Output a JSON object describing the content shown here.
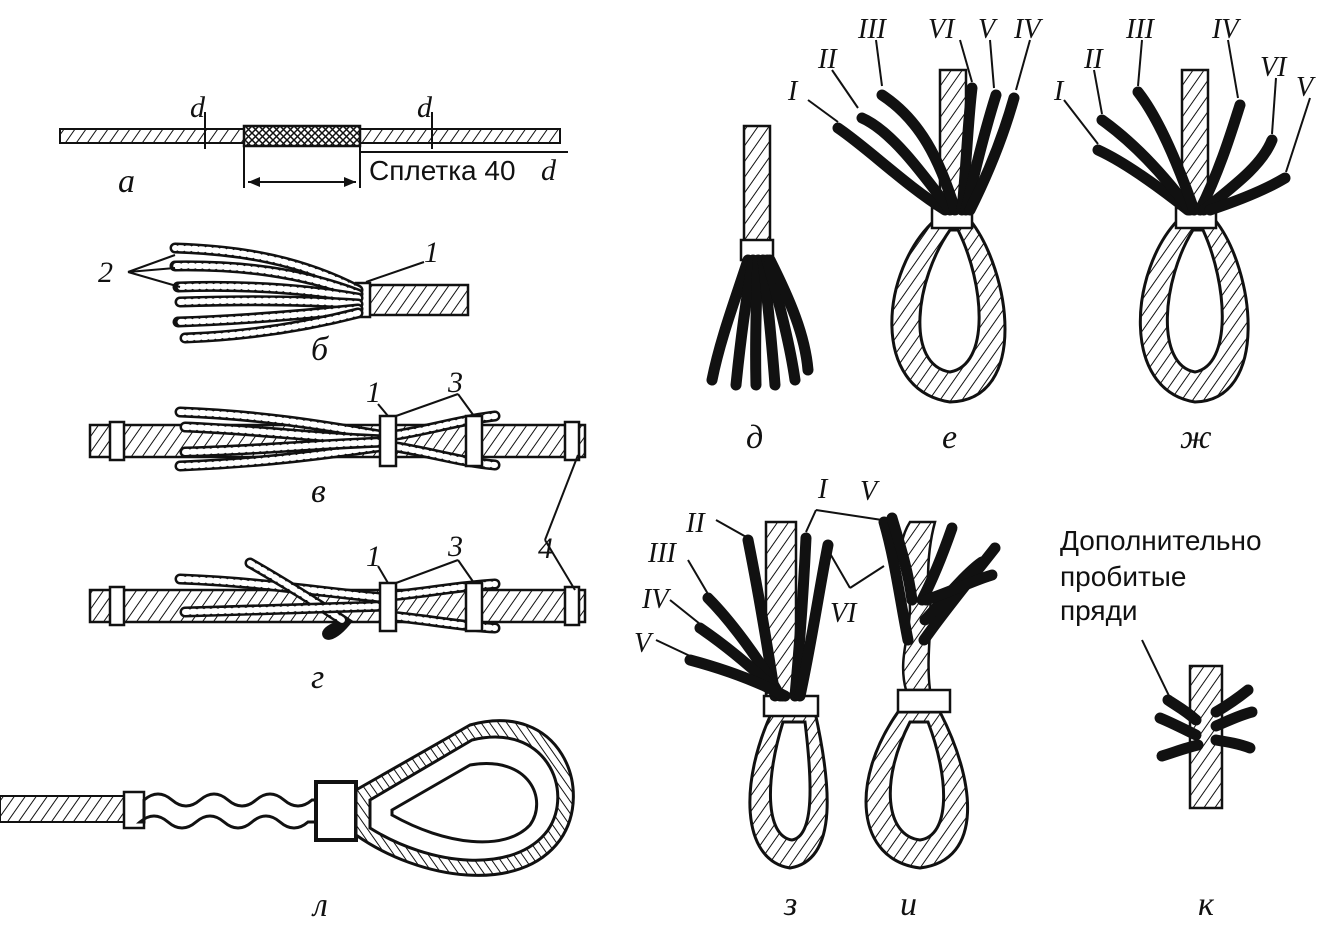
{
  "labels": {
    "a": "а",
    "b": "б",
    "v": "в",
    "g": "г",
    "d": "д",
    "e": "е",
    "zh": "ж",
    "z": "з",
    "i": "и",
    "k": "к",
    "l": "л"
  },
  "callouts": {
    "d": "d",
    "n1": "1",
    "n2": "2",
    "n3": "3",
    "n4": "4"
  },
  "splice_text": "Сплетка 40",
  "splice_d": "d",
  "roman": {
    "I": "I",
    "II": "II",
    "III": "III",
    "IV": "IV",
    "V": "V",
    "VI": "VI"
  },
  "note": {
    "line1": "Дополнительно",
    "line2": "пробитые",
    "line3": "пряди"
  }
}
